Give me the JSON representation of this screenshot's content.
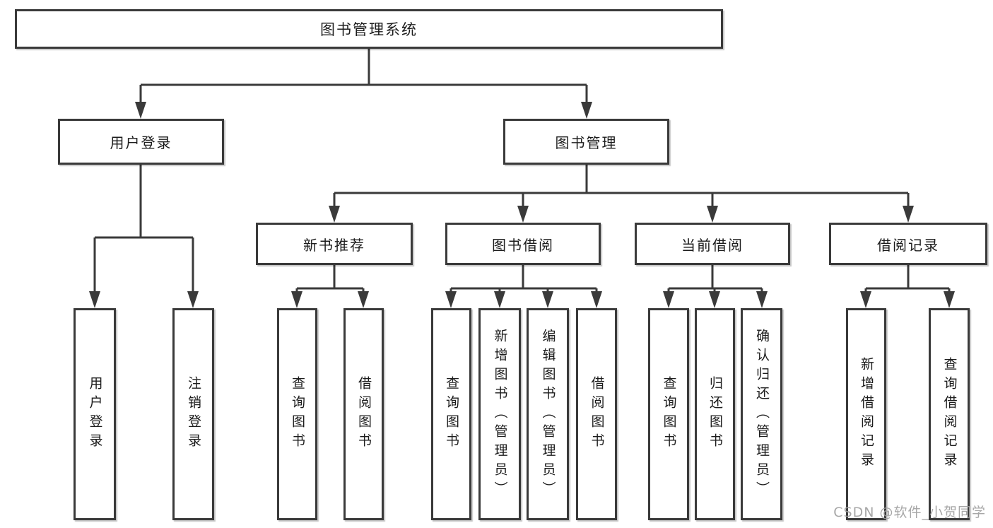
{
  "diagram": {
    "root": {
      "label": "图书管理系统"
    },
    "level2": [
      {
        "label": "用户登录"
      },
      {
        "label": "图书管理"
      }
    ],
    "level3": [
      {
        "label": "新书推荐"
      },
      {
        "label": "图书借阅"
      },
      {
        "label": "当前借阅"
      },
      {
        "label": "借阅记录"
      }
    ],
    "leaves": {
      "user_login": [
        "用户登录",
        "注销登录"
      ],
      "new_book": [
        "查询图书",
        "借阅图书"
      ],
      "book_borrow": [
        "查询图书",
        "新增图书（管理员）",
        "编辑图书（管理员）",
        "借阅图书"
      ],
      "current_borrow": [
        "查询图书",
        "归还图书",
        "确认归还（管理员）"
      ],
      "borrow_record": [
        "新增借阅记录",
        "查询借阅记录"
      ]
    }
  },
  "watermark": {
    "text": "CSDN @软件_小贺同学"
  },
  "colors": {
    "line": "#3a3a3a",
    "text": "#1c1c1c",
    "watermark": "#9e9e9e",
    "bg": "#ffffff"
  }
}
